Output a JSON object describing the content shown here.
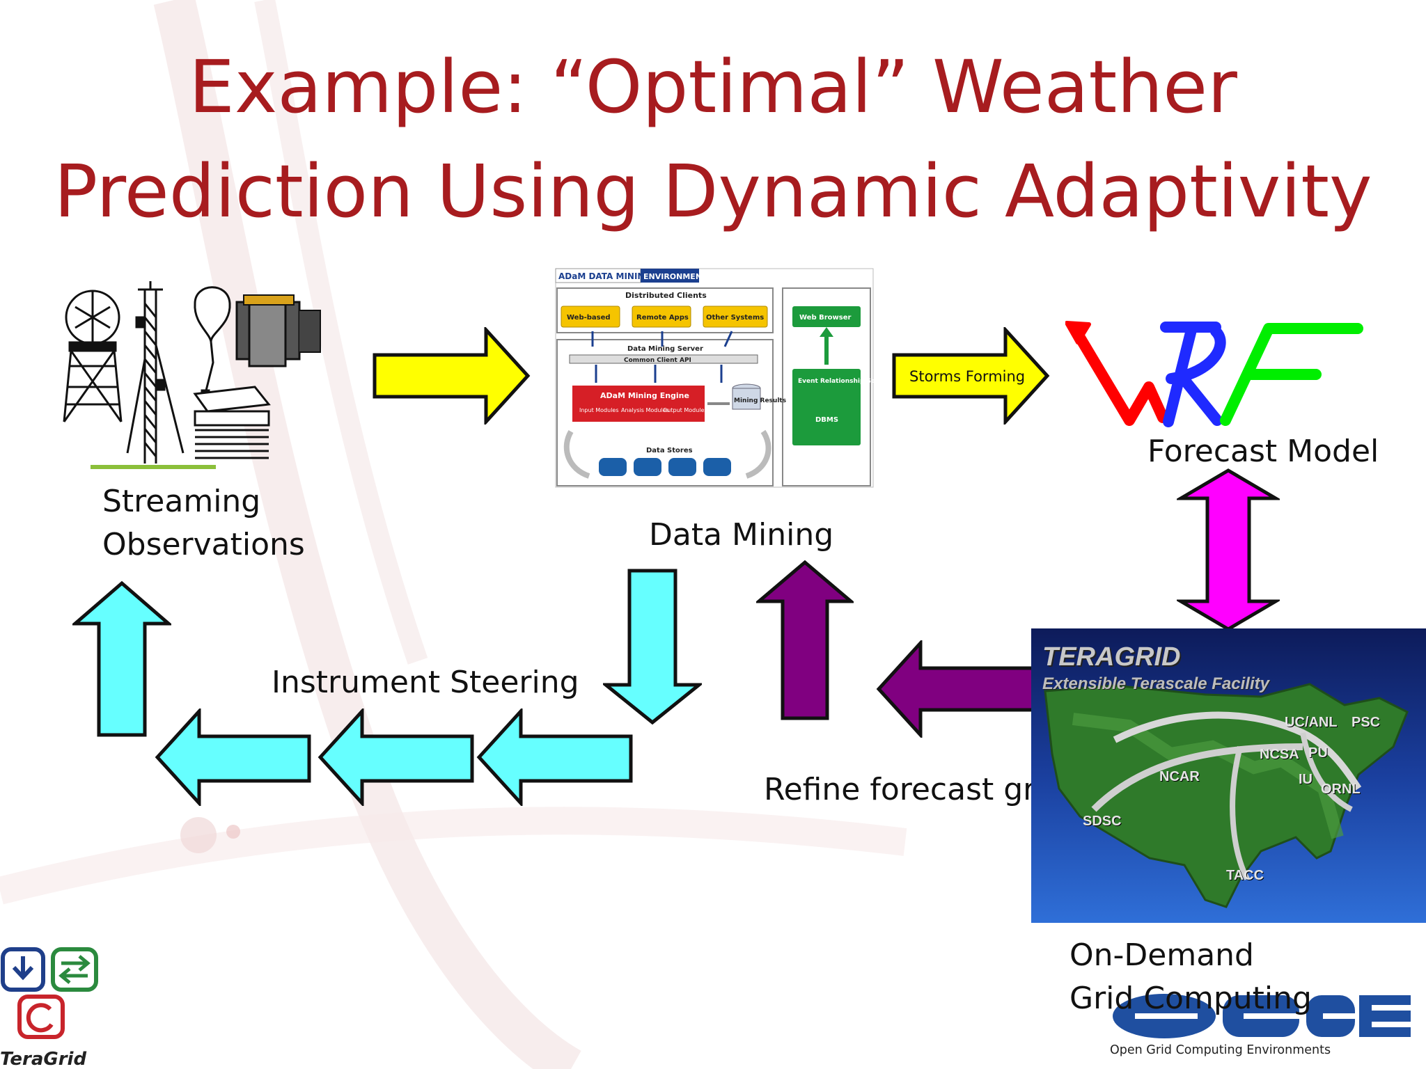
{
  "title": {
    "line1": "Example: “Optimal” Weather",
    "line2": "Prediction Using Dynamic Adaptivity"
  },
  "labels": {
    "streaming_line1": "Streaming",
    "streaming_line2": "Observations",
    "data_mining": "Data Mining",
    "storms_forming": "Storms Forming",
    "forecast_model": "Forecast Model",
    "instrument_steering": "Instrument Steering",
    "refine_forecast": "Refine forecast grid",
    "on_demand_line1": "On-Demand",
    "on_demand_line2": "Grid Computing"
  },
  "adam_diagram": {
    "header_left": "ADaM DATA MINING",
    "header_right": "ENVIRONMENT",
    "distributed_clients": "Distributed Clients",
    "clients": [
      "Web-based",
      "Remote Apps",
      "Other Systems"
    ],
    "web_browser": "Web Browser",
    "mining_server": "Data Mining Server",
    "common_api": "Common Client API",
    "engine": "ADaM Mining Engine",
    "engine_modules": [
      "Input Modules",
      "Analysis Modules",
      "Output Modules"
    ],
    "mining_results": "Mining Results",
    "event_system": "Event Relationship Search System",
    "dbms": "DBMS",
    "data_stores": "Data Stores"
  },
  "wrf_logo": "WRF",
  "teragrid_map": {
    "title": "TERAGRID",
    "subtitle": "Extensible Terascale Facility",
    "sites": [
      "UC/ANL",
      "PSC",
      "NCSA",
      "PU",
      "NCAR",
      "IU",
      "ORNL",
      "SDSC",
      "TACC"
    ]
  },
  "logos": {
    "teragrid": "TeraGrid",
    "ogce": "OGCE",
    "ogce_tagline": "Open Grid Computing Environments"
  },
  "colors": {
    "title": "#a71c1f",
    "yellow_arrow": "#ffff00",
    "cyan_arrow": "#66ffff",
    "purple_arrow": "#800080",
    "magenta_arrow": "#ff00ff"
  }
}
